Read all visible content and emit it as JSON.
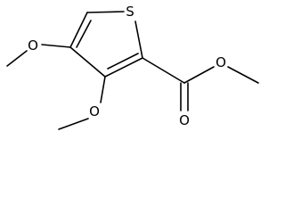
{
  "molecule": {
    "atoms": {
      "sulfur": "S",
      "oxygen_left": "O",
      "oxygen_lower": "O",
      "oxygen_carbonyl": "O",
      "oxygen_ester": "O"
    }
  }
}
